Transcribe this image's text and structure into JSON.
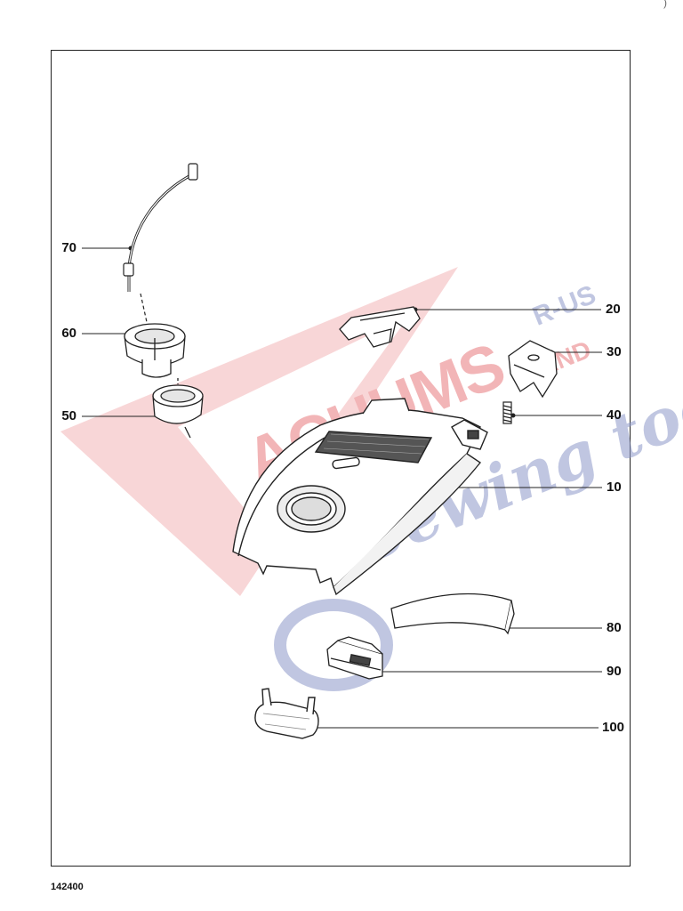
{
  "diagram": {
    "sheet_code": "142400",
    "corner_mark": ")",
    "callouts": [
      {
        "id": "70",
        "label": "70"
      },
      {
        "id": "60",
        "label": "60"
      },
      {
        "id": "50",
        "label": "50"
      },
      {
        "id": "20",
        "label": "20"
      },
      {
        "id": "30",
        "label": "30"
      },
      {
        "id": "40",
        "label": "40"
      },
      {
        "id": "10",
        "label": "10"
      },
      {
        "id": "80",
        "label": "80"
      },
      {
        "id": "90",
        "label": "90"
      },
      {
        "id": "100",
        "label": "100"
      }
    ]
  },
  "watermark": {
    "main": "ACUUMS",
    "top_right": "R-US",
    "middle_right": "AND",
    "script": "Sewing too",
    "colors": {
      "red": "#e8797c",
      "blue": "#8c98c8"
    }
  }
}
